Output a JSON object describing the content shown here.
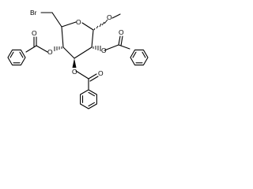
{
  "molecule": {
    "atom_labels": {
      "bromine": "Br",
      "ring_oxygen": "O",
      "anomeric_oxygen": "O",
      "ester_oxygen_2": "O",
      "carbonyl_oxygen_2": "O",
      "ester_oxygen_3": "O",
      "carbonyl_oxygen_3": "O",
      "ester_oxygen_4": "O",
      "carbonyl_oxygen_4": "O"
    }
  }
}
